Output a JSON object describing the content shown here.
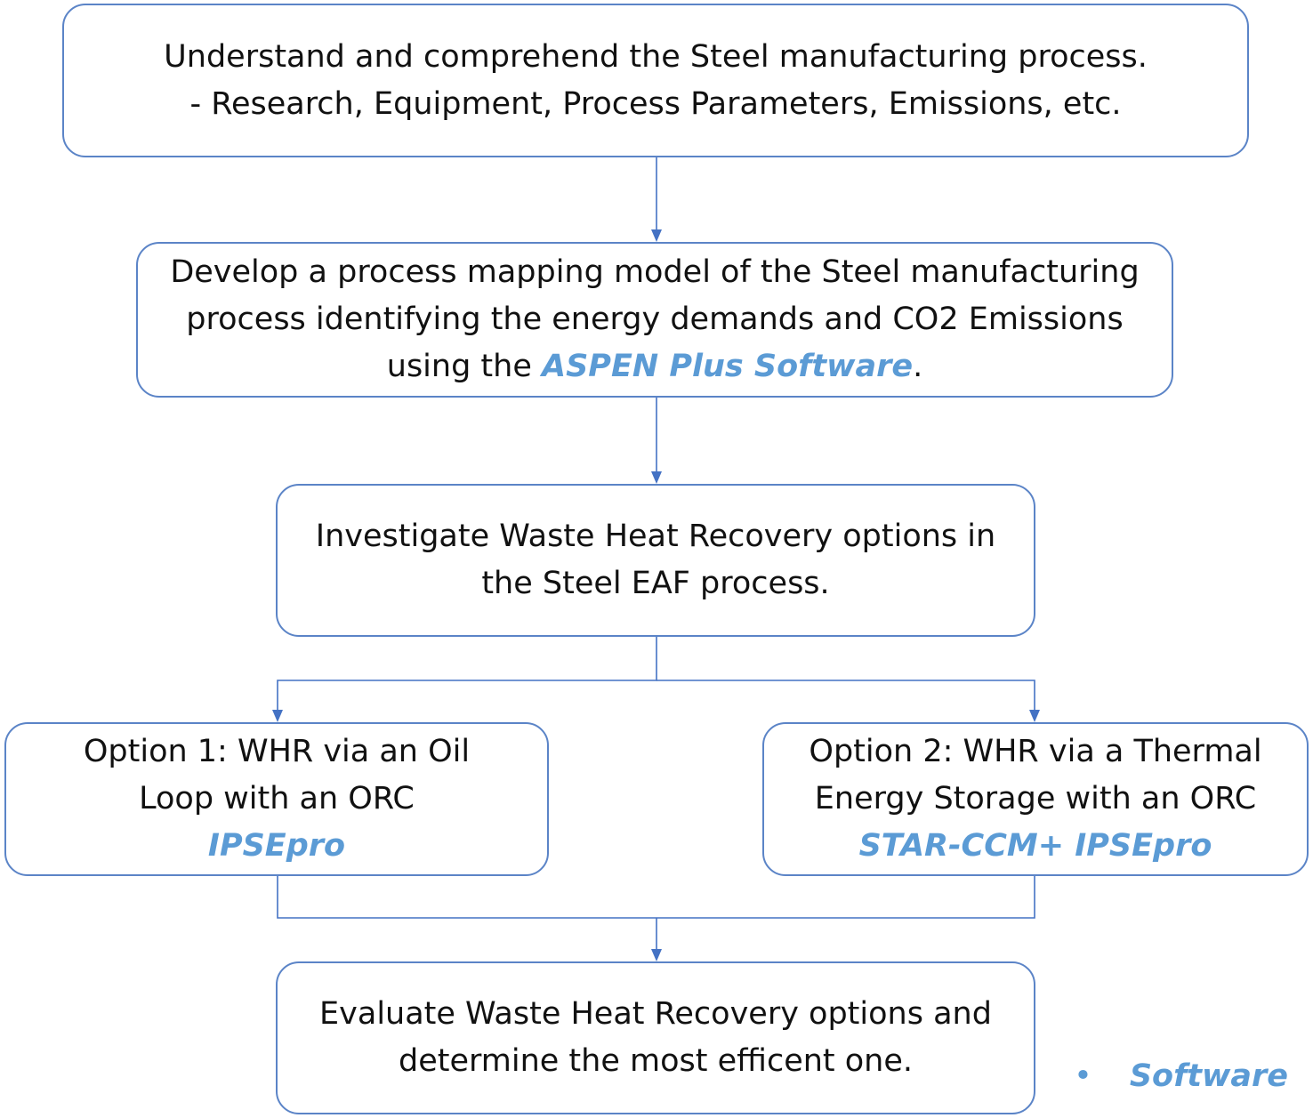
{
  "steps": {
    "understand": {
      "line1": "Understand and comprehend the Steel manufacturing process.",
      "line2": "- Research, Equipment, Process Parameters, Emissions, etc."
    },
    "develop": {
      "line1": "Develop a process mapping model of the Steel manufacturing",
      "line2": "process identifying the energy demands and CO2 Emissions",
      "line3_prefix": "using the ",
      "software": "ASPEN Plus Software",
      "line3_suffix": "."
    },
    "investigate": {
      "line1": "Investigate Waste Heat Recovery options in",
      "line2": "the Steel EAF process."
    },
    "option1": {
      "line1": "Option 1: WHR via an Oil",
      "line2": "Loop with an ORC",
      "software": "IPSEpro"
    },
    "option2": {
      "line1": "Option 2: WHR via a Thermal",
      "line2": "Energy Storage with an ORC",
      "software": "STAR-CCM+ IPSEpro"
    },
    "evaluate": {
      "line1": "Evaluate Waste Heat Recovery options and",
      "line2": "determine the most efficent one."
    }
  },
  "legend": {
    "bullet": "•",
    "label": "Software"
  },
  "colors": {
    "border": "#5b84c7",
    "software_text": "#5b9bd5",
    "arrow": "#4472c4"
  }
}
